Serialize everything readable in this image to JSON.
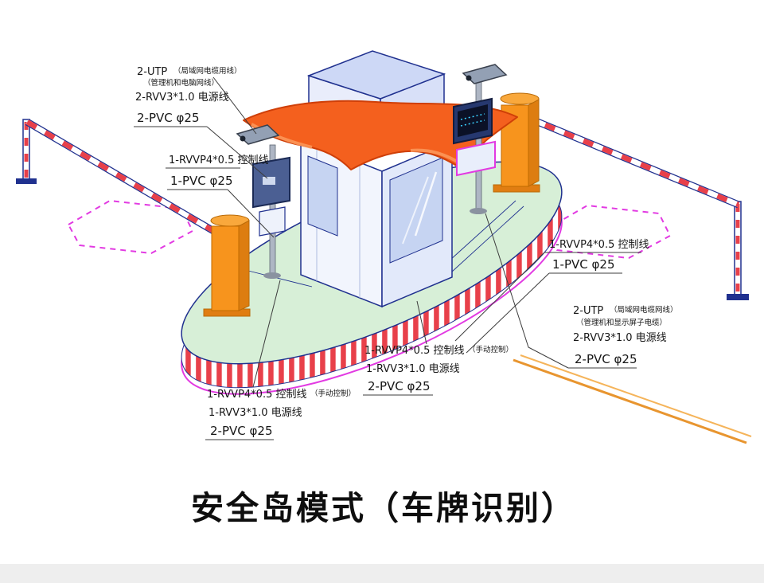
{
  "title": "安全岛模式（车牌识别）",
  "annotations": {
    "top_left": {
      "l1": "2-UTP",
      "l1b": "（局域网电缆用线）",
      "l2": "（管理机和电脑网线）",
      "l3": "2-RVV3*1.0 电源线",
      "l4": "2-PVC φ25"
    },
    "left": {
      "l1": "1-RVVP4*0.5 控制线",
      "l2": "1-PVC φ25"
    },
    "bottom_left": {
      "l1": "1-RVVP4*0.5 控制线",
      "l1b": "（手动控制）",
      "l2": "1-RVV3*1.0 电源线",
      "l3": "2-PVC φ25"
    },
    "center": {
      "l1": "1-RVVP4*0.5 控制线",
      "l1b": "（手动控制）",
      "l2": "1-RVV3*1.0 电源线",
      "l3": "2-PVC φ25"
    },
    "right_middle": {
      "l1": "1-RVVP4*0.5 控制线",
      "l2": "1-PVC φ25"
    },
    "right_bottom": {
      "l1": "2-UTP",
      "l1b": "（局域网电缆网线）",
      "l2": "（管理机和显示屏子电缆）",
      "l3": "2-RVV3*1.0 电源线",
      "l4": "2-PVC φ25"
    }
  },
  "components": {
    "island": "安全岛",
    "booth": "岗亭",
    "barrier_left": "道闸（入口）",
    "barrier_right": "道闸（出口）",
    "camera_pole": "车牌识别摄像机",
    "display_pole": "显示屏与摄像机",
    "ground_loop": "地感线圈"
  },
  "colors": {
    "island_green": "#d7efd7",
    "curb_stripe_red": "#e8404a",
    "loop_magenta": "#e23ae2",
    "post_orange": "#f7941d",
    "canopy_orange": "#f4601e",
    "outline_blue": "#20318f",
    "road_line_orange": "#e8952f"
  }
}
